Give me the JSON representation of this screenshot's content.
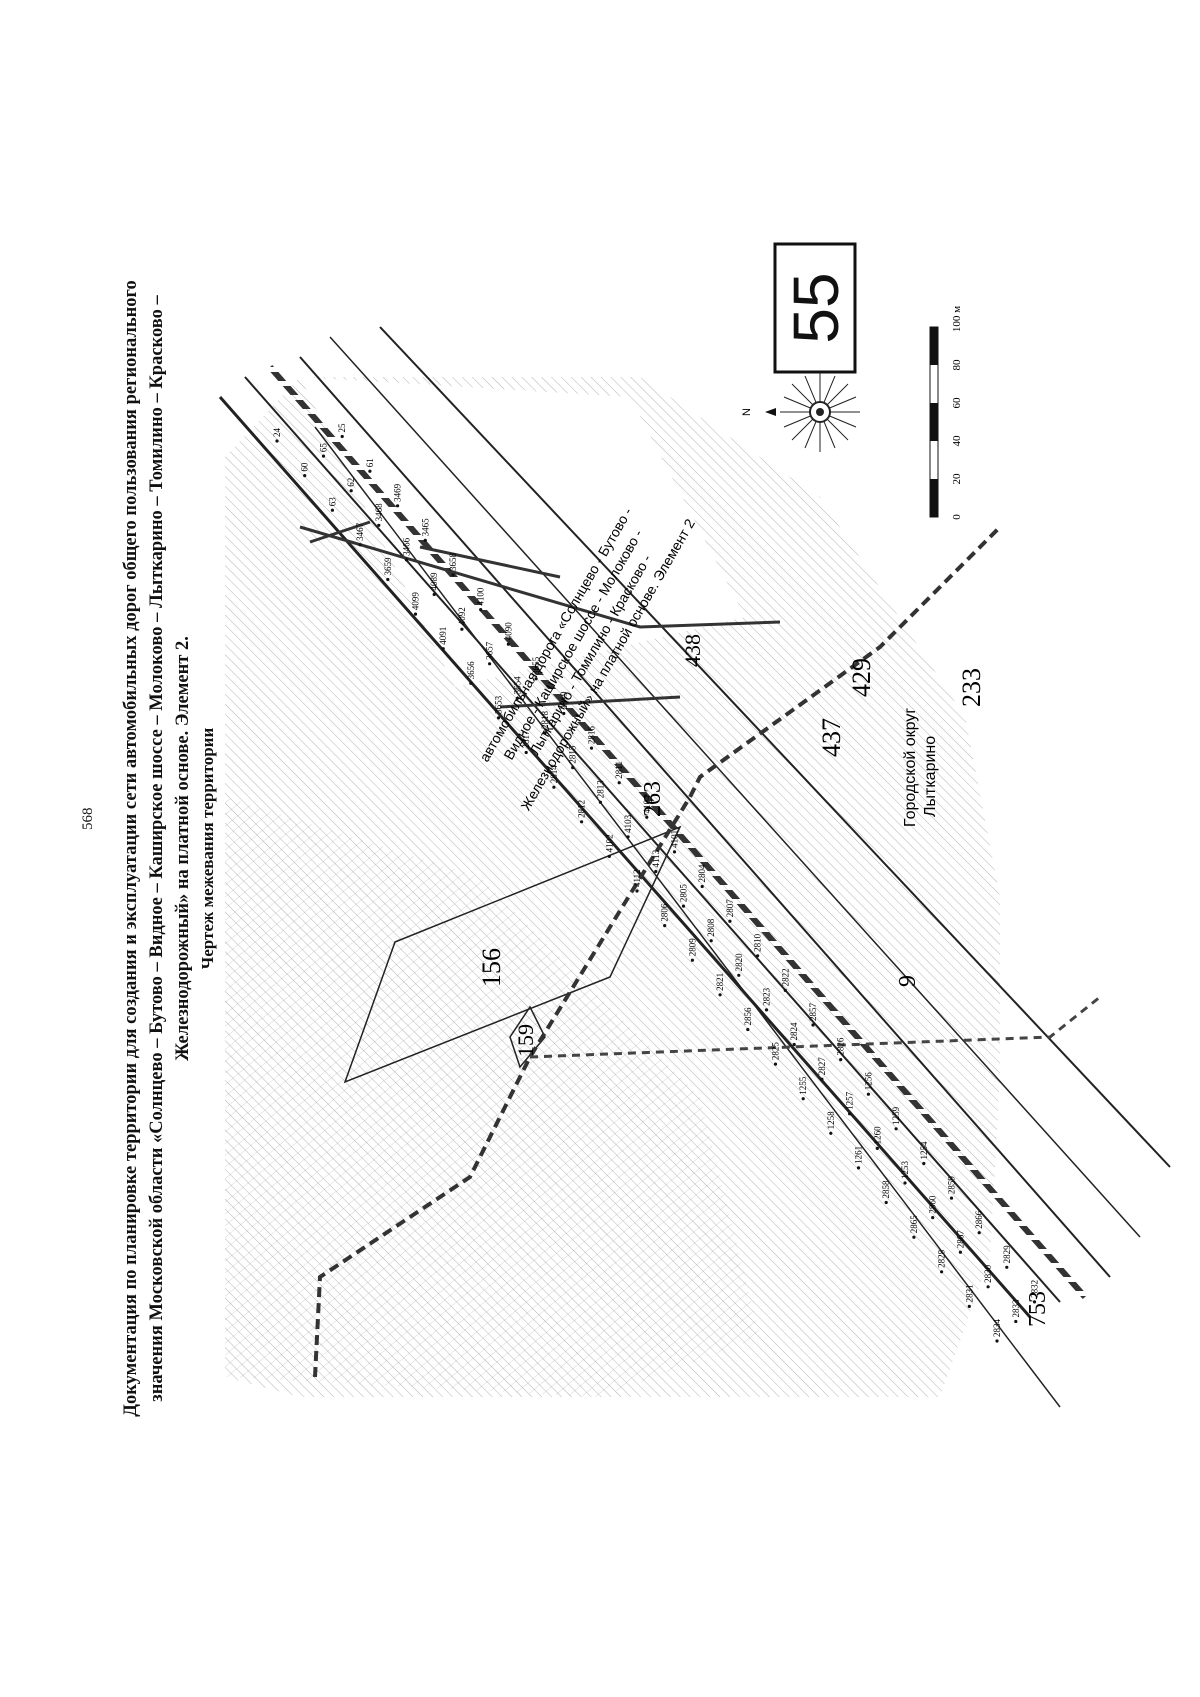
{
  "page_number": "568",
  "title_lines": [
    "Документация по планировке территории для создания и эксплуатации сети автомобильных дорог общего пользования регионального",
    "значения Московской области «Солнцево – Бутово – Видное – Каширское шоссе – Молоково – Лыткарино – Томилино – Красково –",
    "Железнодорожный» на платной основе. Элемент 2."
  ],
  "subtitle": "Чертеж межевания территории",
  "sheet_number": "55",
  "scale_bar": {
    "ticks": [
      "0",
      "20",
      "40",
      "60",
      "80"
    ],
    "last": "100 м"
  },
  "compass_label": "N",
  "road_callout_lines": [
    "автомобильная дорога «Солнцево - Бутово -",
    "Видное - Каширское шоссе - Молоково -",
    "Лыткарино - Томилино - Красково -",
    "Железнодорожный» на платной основе. Элемент 2"
  ],
  "district_label": [
    "Городской округ",
    "Лыткарино"
  ],
  "zone_labels": [
    "753",
    "159",
    "156",
    "263",
    "438",
    "437",
    "429",
    "233",
    "9"
  ],
  "point_labels": [
    "2834",
    "2833",
    "2832",
    "2831",
    "2830",
    "2829",
    "2828",
    "2867",
    "2866",
    "2865",
    "2860",
    "2859",
    "2858",
    "1253",
    "1254",
    "1261",
    "1260",
    "1259",
    "1258",
    "1257",
    "1256",
    "1255",
    "2827",
    "2826",
    "2825",
    "2824",
    "2857",
    "2856",
    "2823",
    "2822",
    "2821",
    "2820",
    "2810",
    "2809",
    "2808",
    "2807",
    "2806",
    "2805",
    "2804",
    "4112",
    "4113",
    "4101",
    "4102",
    "4103",
    "4104",
    "2812",
    "2813",
    "2811",
    "2814",
    "2815",
    "2816",
    "2817",
    "2818",
    "2819",
    "3653",
    "3654",
    "3655",
    "3656",
    "3657",
    "4090",
    "4091",
    "4092",
    "4100",
    "4099",
    "4089",
    "3658",
    "3659",
    "3466",
    "3465",
    "3467",
    "3468",
    "3469",
    "63",
    "62",
    "61",
    "60",
    "65",
    "25",
    "24"
  ],
  "colors": {
    "ink": "#111111",
    "hatch": "#6a6a6a",
    "road": "#2a2a2a"
  }
}
